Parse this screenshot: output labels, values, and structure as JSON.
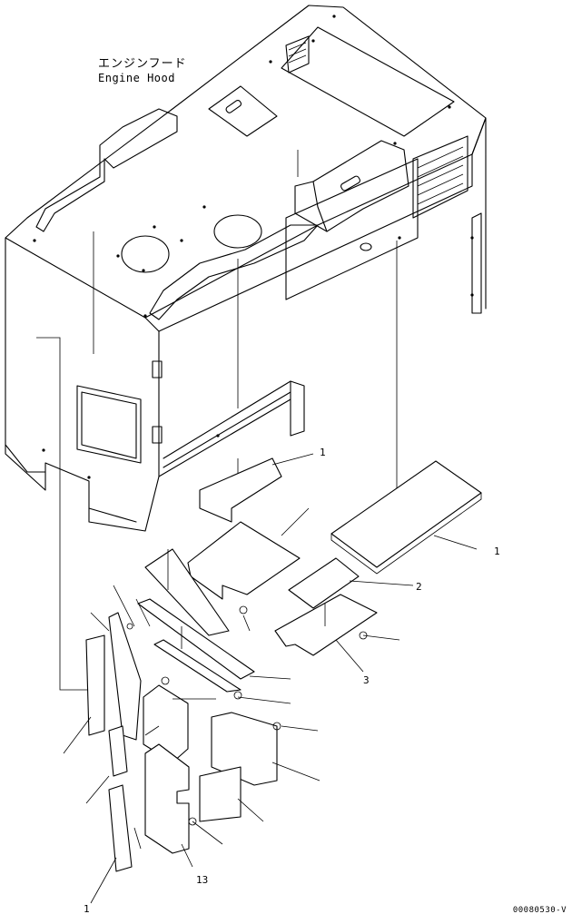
{
  "title": {
    "japanese": "エンジンフード",
    "english": "Engine Hood"
  },
  "part_code": "00080530-V",
  "callouts": [
    {
      "id": "callout-1a",
      "text": "1"
    },
    {
      "id": "callout-1b",
      "text": "1"
    },
    {
      "id": "callout-3",
      "text": "3"
    },
    {
      "id": "callout-2",
      "text": "2"
    },
    {
      "id": "callout-13",
      "text": "13"
    },
    {
      "id": "callout-bottom",
      "text": "1"
    }
  ],
  "colors": {
    "line": "#000000",
    "background": "#ffffff"
  }
}
